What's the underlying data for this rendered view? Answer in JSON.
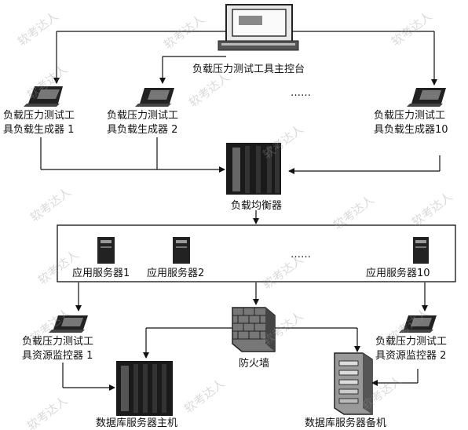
{
  "nodes": {
    "console": "负载压力测试工具主控台",
    "generator1": [
      "负载压力测试工",
      "具负载生成器 1"
    ],
    "generator2": [
      "负载压力测试工",
      "具负载生成器 2"
    ],
    "generator10": [
      "负载压力测试工",
      "具负载生成器10"
    ],
    "load_balancer": "负载均衡器",
    "app_server1": "应用服务器1",
    "app_server2": "应用服务器2",
    "app_server10": "应用服务器10",
    "monitor1": [
      "负载压力测试工",
      "具资源监控器 1"
    ],
    "monitor2": [
      "负载压力测试工",
      "具资源监控器 2"
    ],
    "firewall": "防火墙",
    "db_primary": "数据库服务器主机",
    "db_backup": "数据库服务器备机"
  },
  "ellipsis": "……",
  "watermark": "软考达人"
}
